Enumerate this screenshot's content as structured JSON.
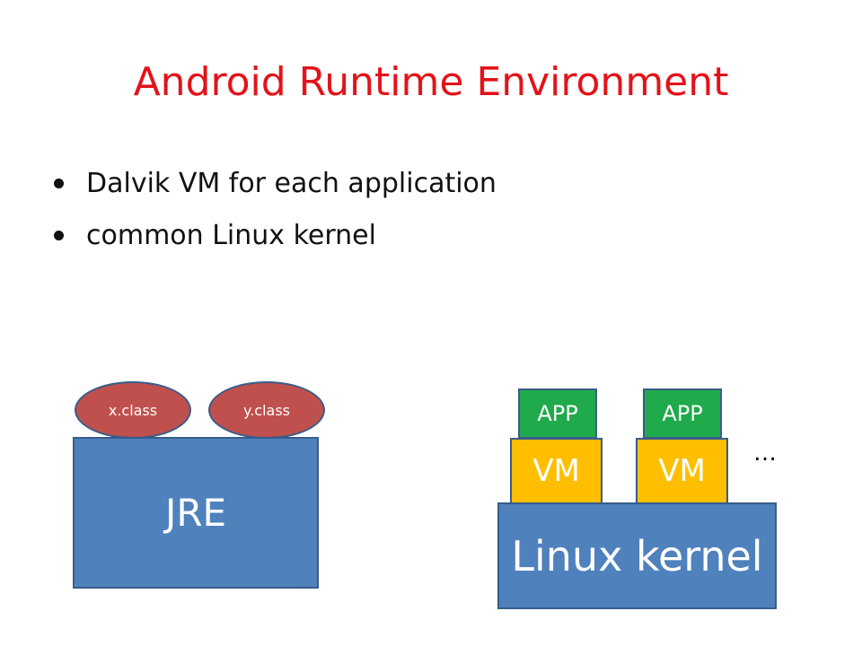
{
  "slide": {
    "title": "Android Runtime Environment",
    "bullets": [
      "Dalvik VM for each application",
      "common Linux kernel"
    ]
  },
  "left_diagram": {
    "jre_label": "JRE",
    "class_files": [
      "x.class",
      "y.class"
    ]
  },
  "right_diagram": {
    "apps": [
      "APP",
      "APP"
    ],
    "vms": [
      "VM",
      "VM"
    ],
    "kernel_label": "Linux kernel",
    "ellipsis": "…"
  },
  "colors": {
    "title": "#e3131a",
    "box_blue": "#4f81bd",
    "outline": "#385d8a",
    "class_red": "#c0504d",
    "app_green": "#1faa4b",
    "vm_yellow": "#ffbf00"
  }
}
